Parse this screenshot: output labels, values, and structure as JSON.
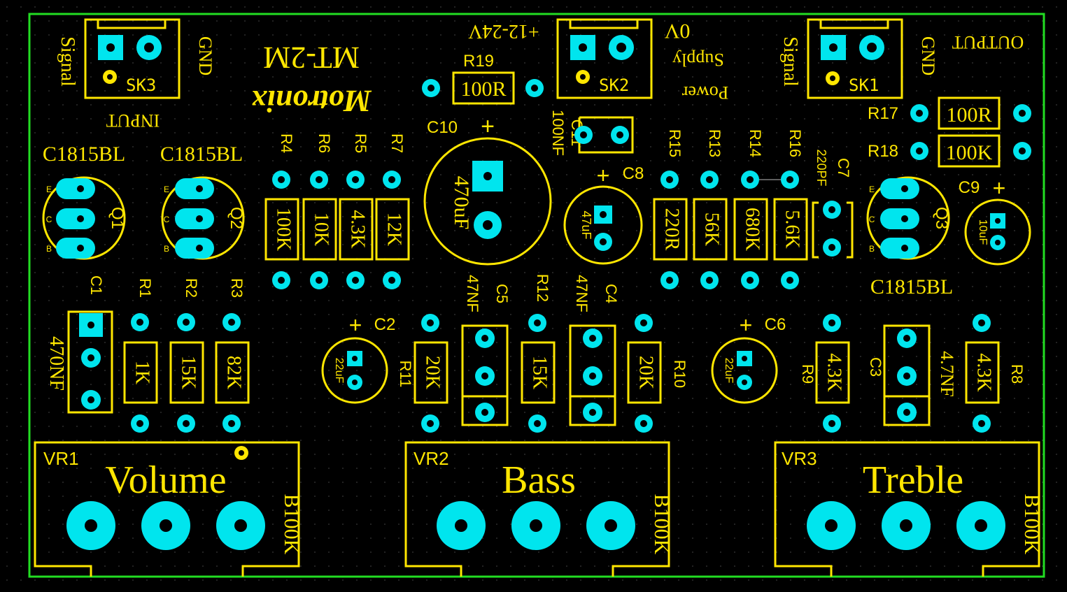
{
  "board": {
    "title": "Motronix",
    "model": "MT-2M",
    "power_voltage": "+12-24V",
    "power_ground": "0V",
    "power_label_1": "Power",
    "power_label_2": "Supply",
    "input_label": "INPUT",
    "output_label": "OUTPUT",
    "signal_label": "Signal",
    "gnd_label": "GND",
    "colors": {
      "board": "#000000",
      "outline": "#22dd22",
      "silk": "#ffe600",
      "pad": "#00e5ee"
    }
  },
  "connectors": [
    {
      "ref": "SK3"
    },
    {
      "ref": "SK2"
    },
    {
      "ref": "SK1"
    }
  ],
  "transistors": [
    {
      "ref": "Q1",
      "part": "C1815BL",
      "pins": [
        "E",
        "C",
        "B"
      ]
    },
    {
      "ref": "Q2",
      "part": "C1815BL",
      "pins": [
        "E",
        "C",
        "B"
      ]
    },
    {
      "ref": "Q3",
      "part": "C1815BL",
      "pins": [
        "E",
        "C",
        "B"
      ]
    }
  ],
  "resistors": [
    {
      "ref": "R4",
      "value": "100K"
    },
    {
      "ref": "R6",
      "value": "10K"
    },
    {
      "ref": "R5",
      "value": "4.3K"
    },
    {
      "ref": "R7",
      "value": "12K"
    },
    {
      "ref": "R15",
      "value": "220R"
    },
    {
      "ref": "R13",
      "value": "56K"
    },
    {
      "ref": "R14",
      "value": "680K"
    },
    {
      "ref": "R16",
      "value": "5.6K"
    },
    {
      "ref": "R1",
      "value": "1K"
    },
    {
      "ref": "R2",
      "value": "15K"
    },
    {
      "ref": "R3",
      "value": "82K"
    },
    {
      "ref": "R11",
      "value": "20K"
    },
    {
      "ref": "R12",
      "value": "15K"
    },
    {
      "ref": "R10",
      "value": "20K"
    },
    {
      "ref": "R9",
      "value": "4.3K"
    },
    {
      "ref": "R8",
      "value": "4.3K"
    },
    {
      "ref": "R19",
      "value": "100R"
    },
    {
      "ref": "R17",
      "value": "100R"
    },
    {
      "ref": "R18",
      "value": "100K"
    }
  ],
  "capacitors": [
    {
      "ref": "C10",
      "value": "470uF"
    },
    {
      "ref": "C11",
      "value": "100NF"
    },
    {
      "ref": "C8",
      "value": "47uF"
    },
    {
      "ref": "C7",
      "value": "220PF"
    },
    {
      "ref": "C9",
      "value": "10uF"
    },
    {
      "ref": "C1",
      "value": "470NF"
    },
    {
      "ref": "C2",
      "value": "22uF"
    },
    {
      "ref": "C5",
      "value": "47NF"
    },
    {
      "ref": "C4",
      "value": "47NF"
    },
    {
      "ref": "C6",
      "value": "22uF"
    },
    {
      "ref": "C3",
      "value": "4.7NF"
    }
  ],
  "pots": [
    {
      "ref": "VR1",
      "name": "Volume",
      "value": "B100K"
    },
    {
      "ref": "VR2",
      "name": "Bass",
      "value": "B100K"
    },
    {
      "ref": "VR3",
      "name": "Treble",
      "value": "B100K"
    }
  ]
}
